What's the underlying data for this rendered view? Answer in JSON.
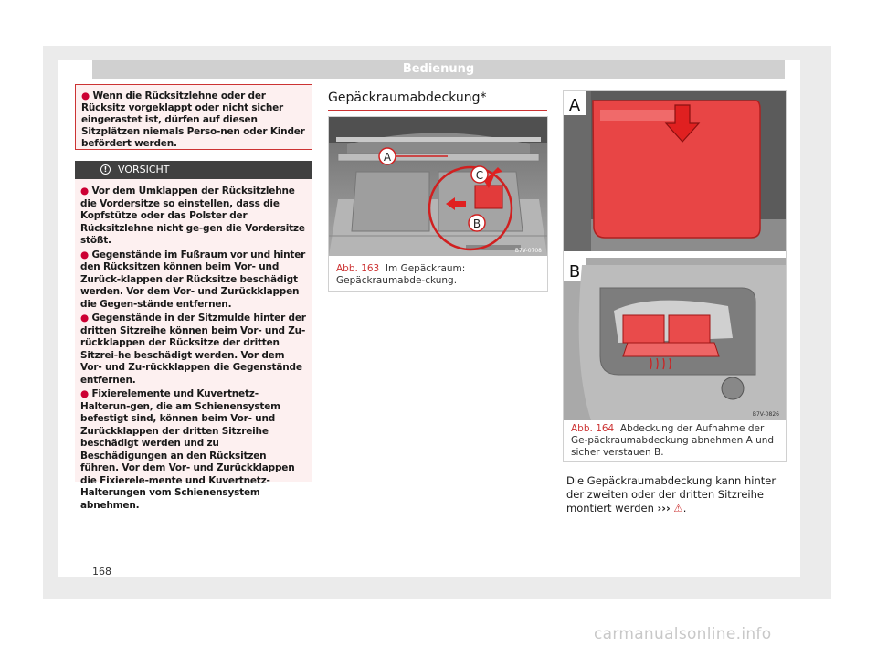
{
  "header": {
    "title": "Bedienung"
  },
  "warning_top": {
    "bullet": "●",
    "text": "Wenn die Rücksitzlehne oder der Rücksitz vorgeklappt oder nicht sicher eingerastet ist, dürfen auf diesen Sitzplätzen niemals Perso-nen oder Kinder befördert werden."
  },
  "caution": {
    "icon": "!",
    "title": "VORSICHT",
    "items": [
      "Vor dem Umklappen der Rücksitzlehne die Vordersitze so einstellen, dass die Kopfstütze oder das Polster der Rücksitzlehne nicht ge-gen die Vordersitze stößt.",
      "Gegenstände im Fußraum vor und hinter den Rücksitzen können beim Vor- und Zurück-klappen der Rücksitze beschädigt werden. Vor dem Vor- und Zurückklappen die Gegen-stände entfernen.",
      "Gegenstände in der Sitzmulde hinter der dritten Sitzreihe können beim Vor- und Zu-rückklappen der Rücksitze der dritten Sitzrei-he beschädigt werden. Vor dem Vor- und Zu-rückklappen die Gegenstände entfernen.",
      "Fixierelemente und Kuvertnetz-Halterun-gen, die am Schienensystem befestigt sind, können beim Vor- und Zurückklappen der dritten Sitzreihe beschädigt werden und zu Beschädigungen an den Rücksitzen führen. Vor dem Vor- und Zurückklappen die Fixierele-mente und Kuvertnetz-Halterungen vom Schienensystem abnehmen."
    ]
  },
  "section": {
    "title": "Gepäckraumabdeckung*"
  },
  "figure1": {
    "code": "B7V-0708",
    "labels": [
      "A",
      "B",
      "C"
    ],
    "caption_label": "Abb. 163",
    "caption": "Im Gepäckraum: Gepäckraumabde-ckung."
  },
  "figure2": {
    "code": "B7V-0826",
    "panel_a": "A",
    "panel_b": "B",
    "caption_label": "Abb. 164",
    "caption": "Abdeckung der Aufnahme der Ge-päckraumabdeckung abnehmen A und sicher verstauen B."
  },
  "body_text": {
    "text": "Die Gepäckraumabdeckung kann hinter der zweiten oder der dritten Sitzreihe montiert werden",
    "arrows": "›››",
    "warning_symbol": "⚠",
    "period": "."
  },
  "page_number": "168",
  "watermark": "carmanualsonline.info",
  "colors": {
    "accent": "#cc3333",
    "header_bg": "#d0d0d0",
    "caution_head": "#404040",
    "caution_bg": "#fdf0f0"
  }
}
